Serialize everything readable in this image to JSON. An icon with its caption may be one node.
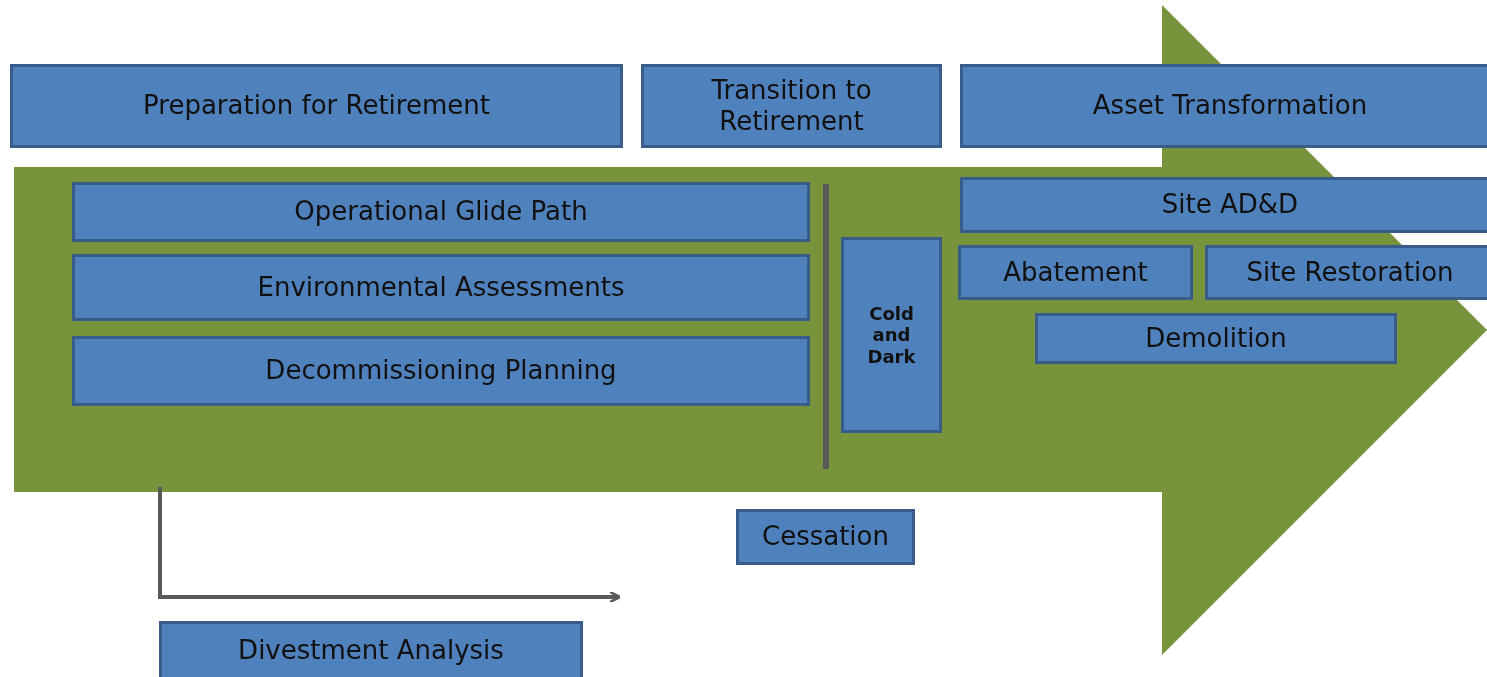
{
  "diagram": {
    "nodes": [
      {
        "text": [
          "Preparation for Retirement"
        ]
      },
      {
        "text": [
          "Transition to Retirement"
        ]
      },
      {
        "text": [
          "Asset Transformation"
        ]
      },
      {
        "text": [
          "Operational Glide Path"
        ]
      },
      {
        "text": [
          "Environmental Assessments"
        ]
      },
      {
        "text": [
          "Decommissioning Planning"
        ]
      },
      {
        "text": [
          "Cold and Dark"
        ]
      },
      {
        "text": [
          "Site AD&D"
        ]
      },
      {
        "text": [
          "Abatement"
        ]
      },
      {
        "text": [
          "Site Restoration"
        ]
      },
      {
        "text": [
          "Demolition"
        ]
      },
      {
        "text": [
          "Cessation"
        ]
      },
      {
        "text": [
          "Divestment Analysis"
        ]
      }
    ]
  }
}
